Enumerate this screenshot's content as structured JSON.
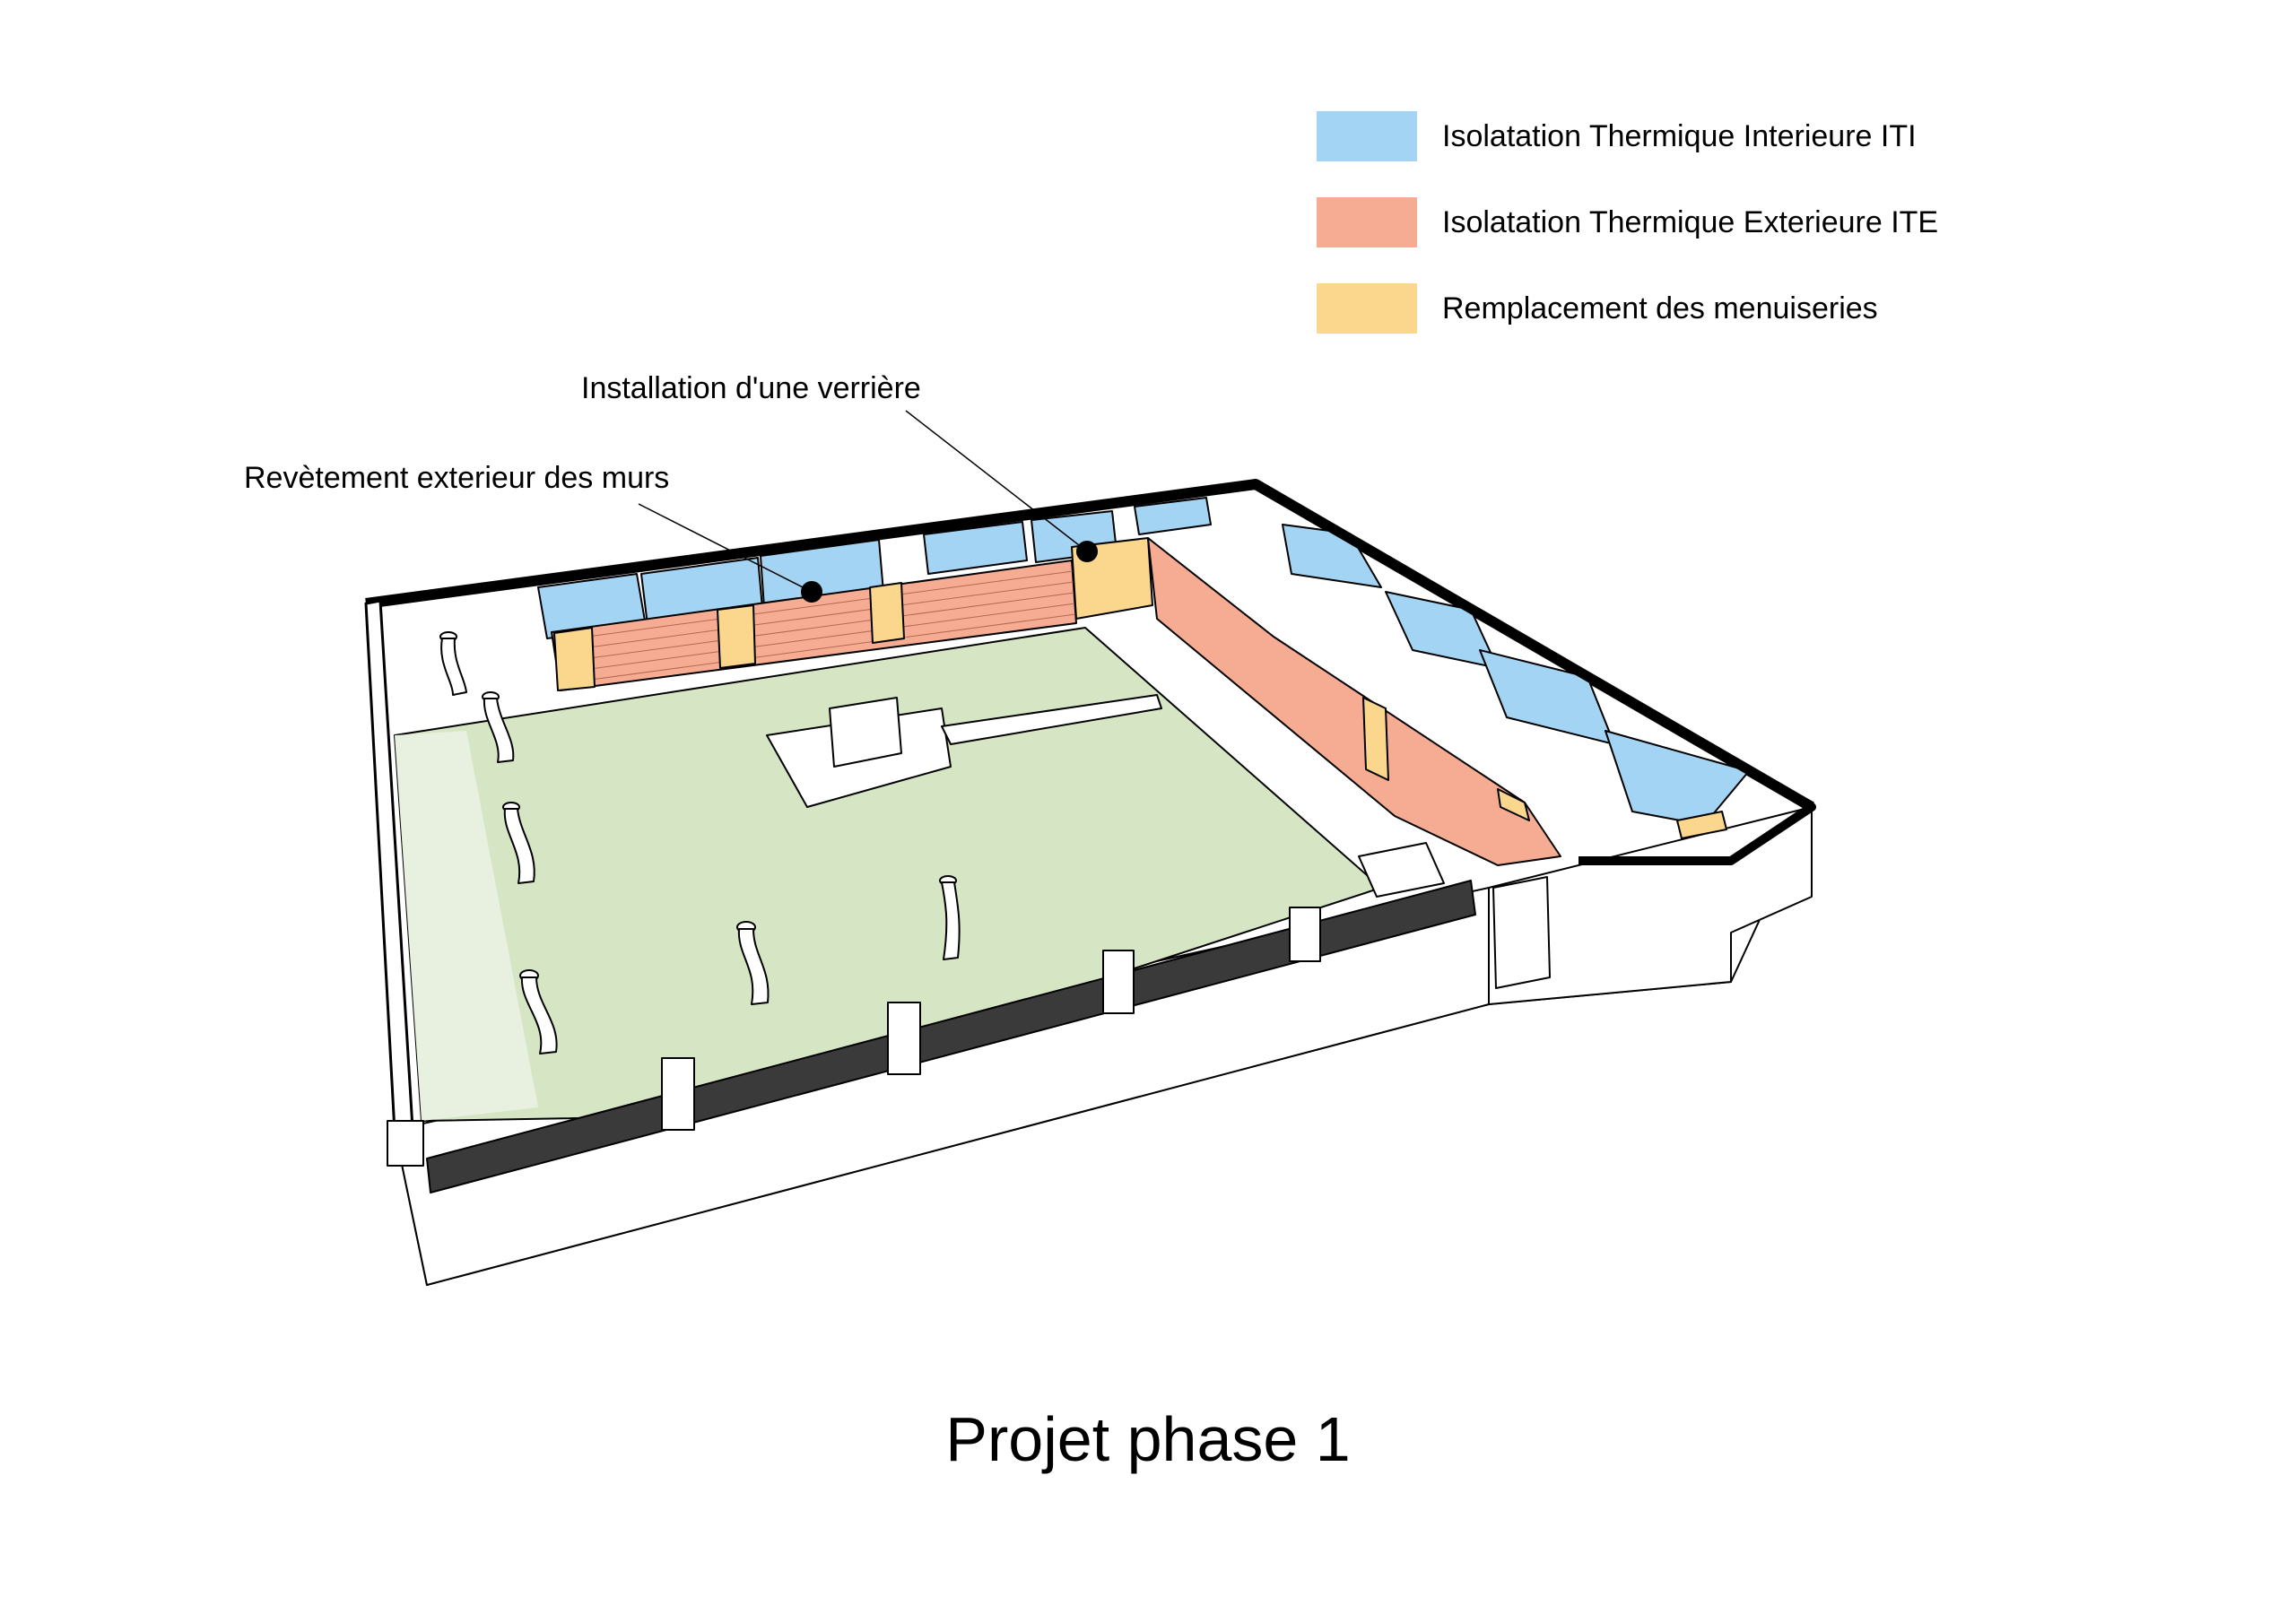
{
  "legend": [
    {
      "label": "Isolatation Thermique Interieure ITI",
      "color": "#a3d4f3"
    },
    {
      "label": "Isolatation Thermique Exterieure ITE",
      "color": "#f6ab93"
    },
    {
      "label": "Remplacement des menuiseries",
      "color": "#fbd68d"
    }
  ],
  "annotations": {
    "verriere": "Installation d'une verrière",
    "revetement": "Revètement exterieur des murs"
  },
  "colors": {
    "lawn": "#d6e6c4",
    "lawn_light": "#e8f1df",
    "wall": "#000000"
  },
  "title": "Projet phase 1"
}
